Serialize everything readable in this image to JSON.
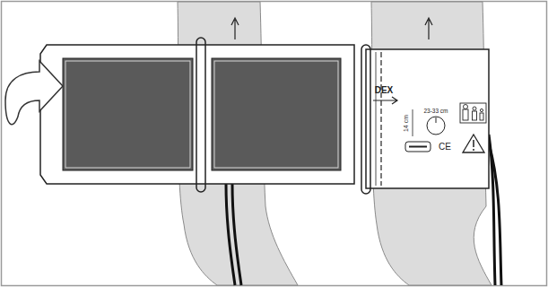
{
  "diagram": {
    "labels": [
      "DEX",
      "14 cm",
      "23-33 cm",
      "CE"
    ]
  }
}
